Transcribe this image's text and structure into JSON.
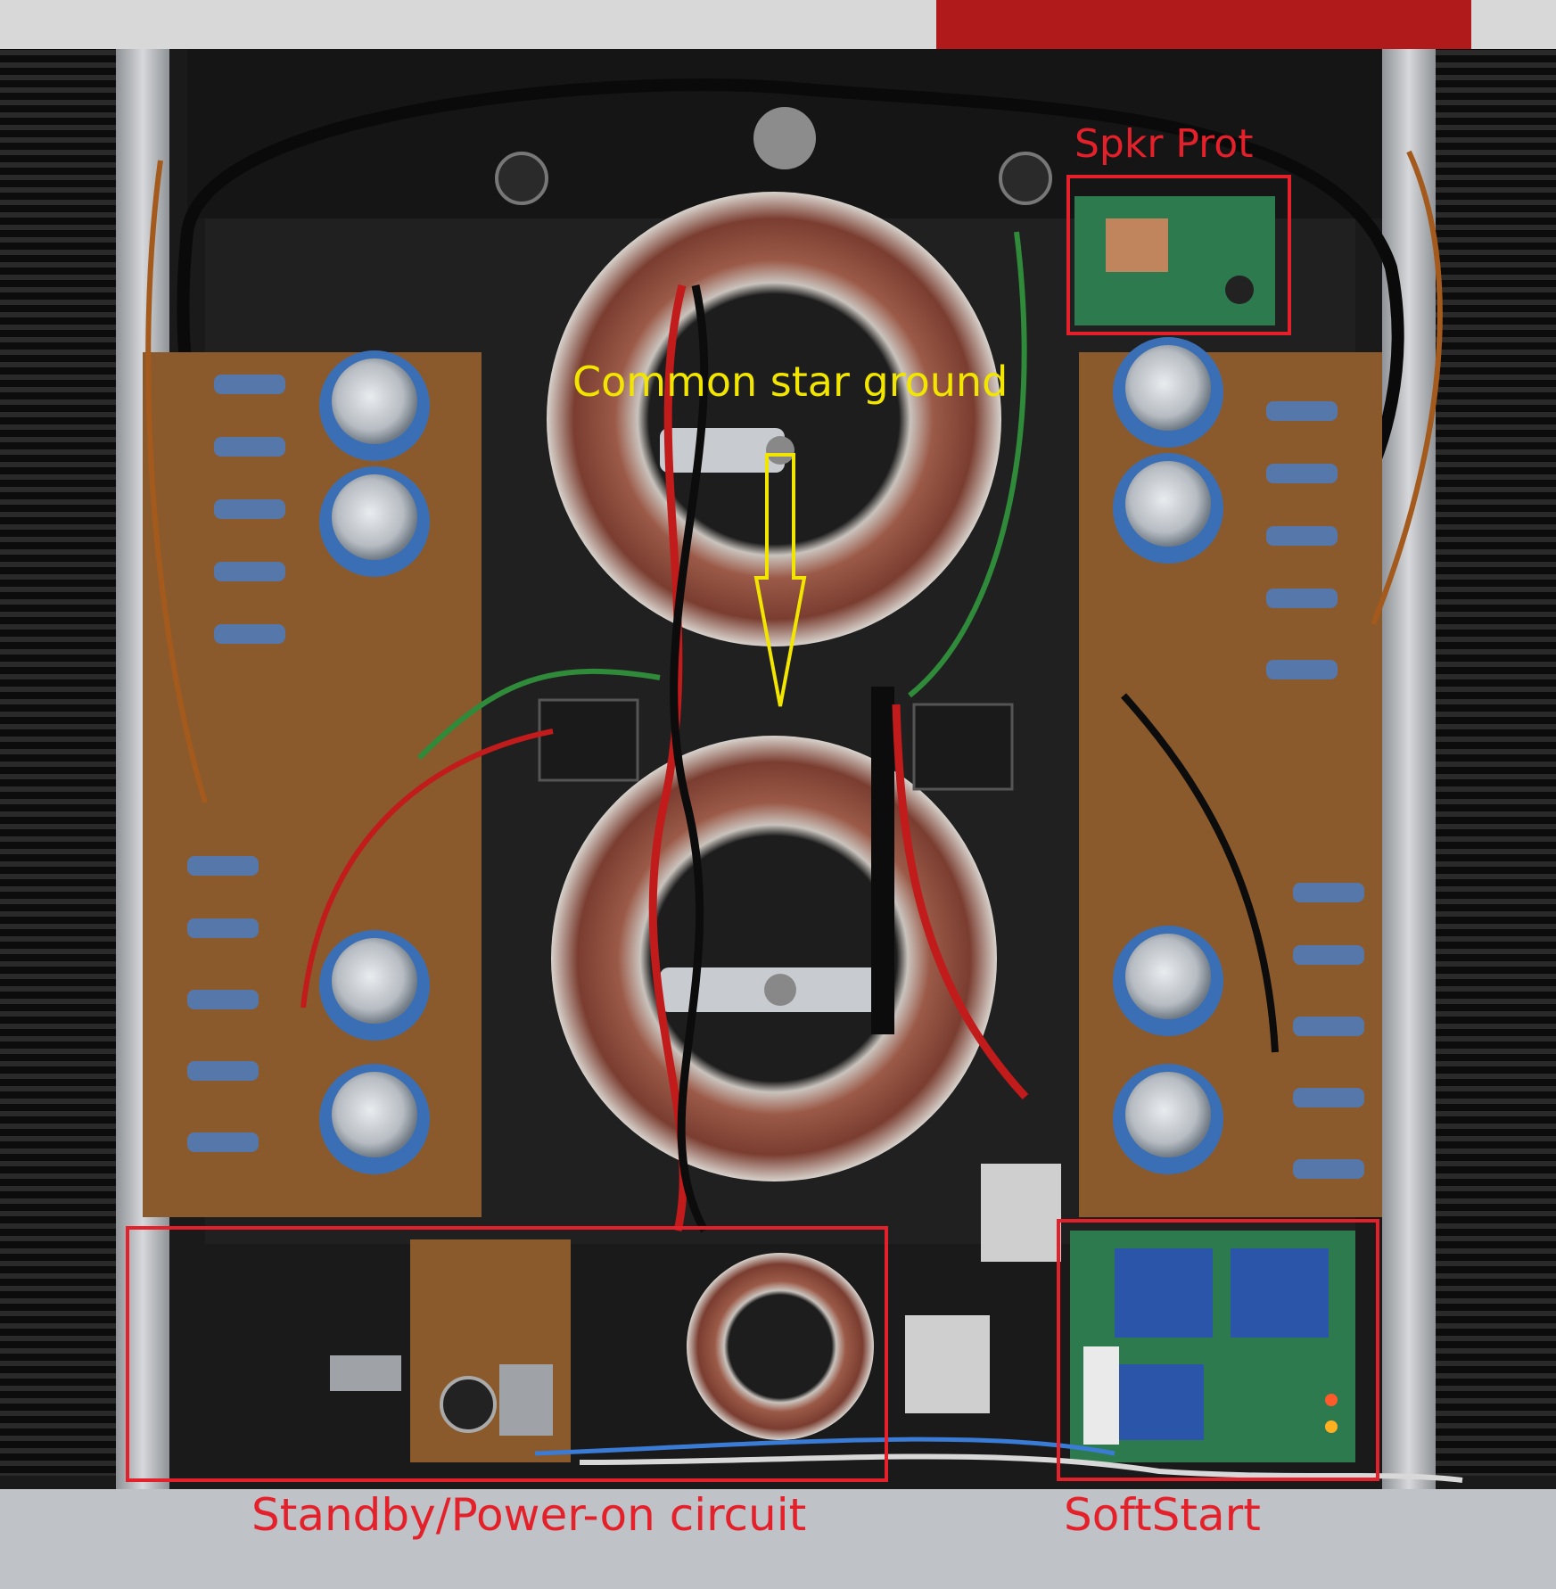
{
  "annotations": {
    "spkr_prot": "Spkr Prot",
    "common_star_ground": "Common star ground",
    "standby_power_on": "Standby/Power-on circuit",
    "softstart": "SoftStart"
  },
  "colors": {
    "annotation_red": "#e4212b",
    "annotation_yellow": "#f2e600",
    "pcb_brown": "#8a5a2c",
    "toroid_copper": "#8c4a3a",
    "chassis_black": "#1a1a1a",
    "heatsink_dark": "#0f0f0f",
    "aluminum_rail": "#b9bcc0",
    "capacitor_blue": "#3b6fb5"
  }
}
